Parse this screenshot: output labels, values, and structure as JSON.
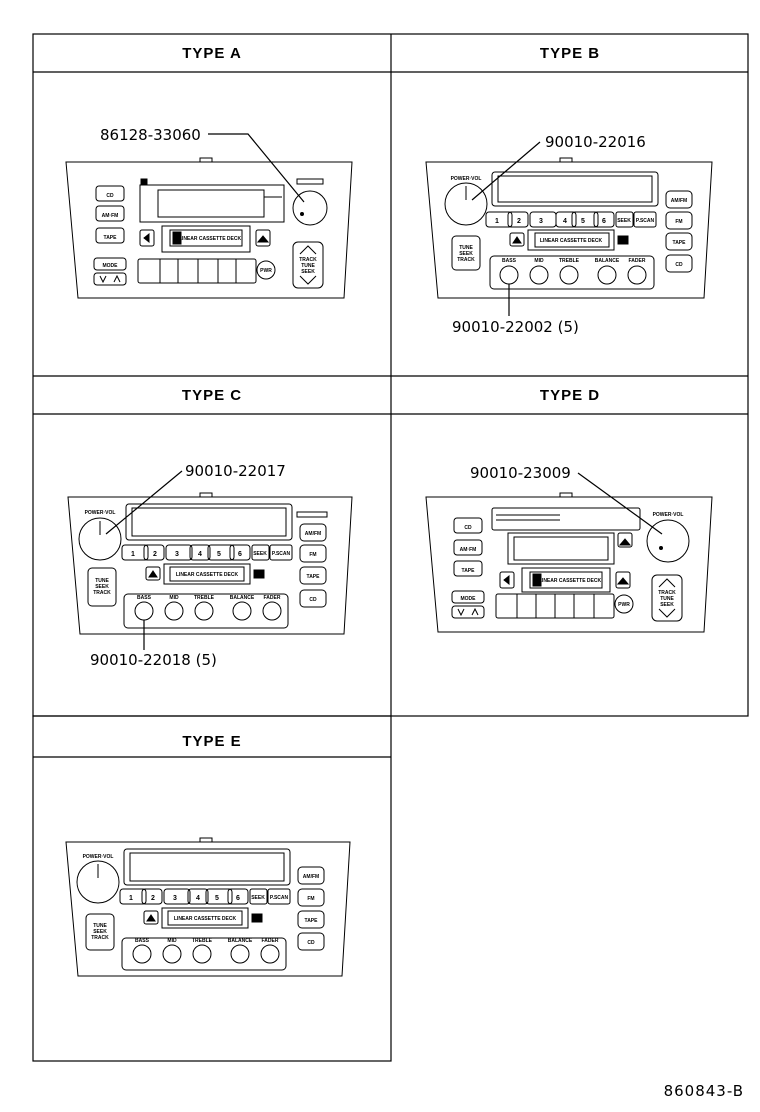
{
  "panels": {
    "a": {
      "title": "TYPE A",
      "part": "86128-33060"
    },
    "b": {
      "title": "TYPE B",
      "part_top": "90010-22016",
      "part_bottom": "90010-22002 (5)"
    },
    "c": {
      "title": "TYPE C",
      "part_top": "90010-22017",
      "part_bottom": "90010-22018 (5)"
    },
    "d": {
      "title": "TYPE D",
      "part": "90010-23009"
    },
    "e": {
      "title": "TYPE  E"
    }
  },
  "radio_labels": {
    "power_vol": "POWER·VOL",
    "cd": "CD",
    "am_fm": "AM·FM",
    "am_fm_b": "AM/FM",
    "fm": "FM",
    "tape": "TAPE",
    "mode": "MODE",
    "seek": "SEEK",
    "p_scan": "P.SCAN",
    "tune_seek_track": [
      "TUNE",
      "SEEK",
      "TRACK"
    ],
    "track_tune_seek": [
      "TRACK",
      "TUNE",
      "SEEK"
    ],
    "presets": [
      "1",
      "2",
      "3",
      "4",
      "5",
      "6"
    ],
    "knobs": [
      "BASS",
      "MID",
      "TREBLE",
      "BALANCE",
      "FADER"
    ],
    "cassette_label": "LINEAR CASSETTE DECK",
    "pwr": "PWR"
  },
  "drawing_code": "860843-B"
}
